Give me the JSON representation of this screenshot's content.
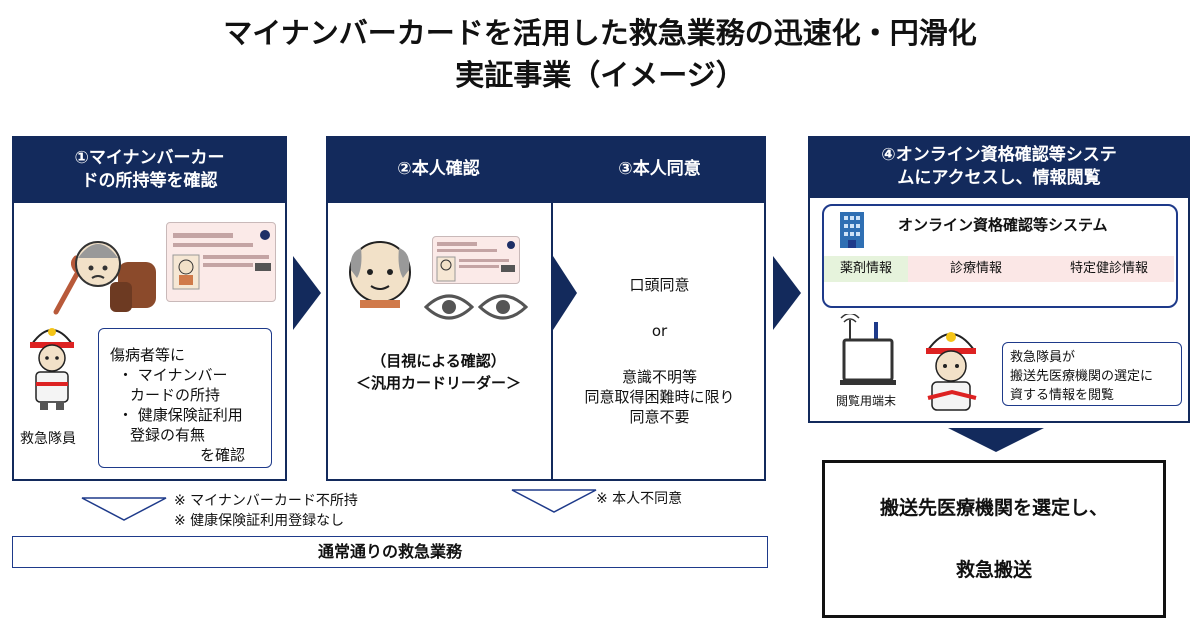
{
  "title": {
    "line1": "マイナンバーカードを活用した救急業務の迅速化・円滑化",
    "line2": "実証事業（イメージ）"
  },
  "panel1": {
    "header_line1": "①マイナンバーカー",
    "header_line2": "ドの所持等を確認",
    "paramedic_label": "救急隊員",
    "bubble_line1": "傷病者等に",
    "bubble_line2": "・ マイナンバー",
    "bubble_line3": "カードの所持",
    "bubble_line4": "・ 健康保険証利用",
    "bubble_line5": "登録の有無",
    "bubble_line6": "を確認"
  },
  "panel2": {
    "header": "②本人確認",
    "caption_line1": "（目視による確認）",
    "caption_line2": "＜汎用カードリーダー＞"
  },
  "panel3": {
    "header": "③本人同意",
    "line1": "口頭同意",
    "line2": "or",
    "line3": "意識不明等",
    "line4": "同意取得困難時に限り",
    "line5": "同意不要"
  },
  "panel4": {
    "header_line1": "④オンライン資格確認等システ",
    "header_line2": "ムにアクセスし、情報閲覧",
    "system_title": "オンライン資格確認等システム",
    "tags": [
      "薬剤情報",
      "診療情報",
      "特定健診情報"
    ],
    "terminal_label": "閲覧用端末",
    "bubble_line1": "救急隊員が",
    "bubble_line2": "搬送先医療機関の選定に",
    "bubble_line3": "資する情報を閲覧"
  },
  "notes": {
    "note1_line1": "※ マイナンバーカード不所持",
    "note1_line2": "※ 健康保険証利用登録なし",
    "note2": "※ 本人不同意"
  },
  "normal_ops": "通常通りの救急業務",
  "result": {
    "line1": "搬送先医療機関を選定し、",
    "line2": "救急搬送"
  },
  "colors": {
    "navy": "#132a5c",
    "tag_green": "#e6f3dc",
    "tag_pink": "#fbe7e6",
    "card_pink": "#fbeae8"
  }
}
